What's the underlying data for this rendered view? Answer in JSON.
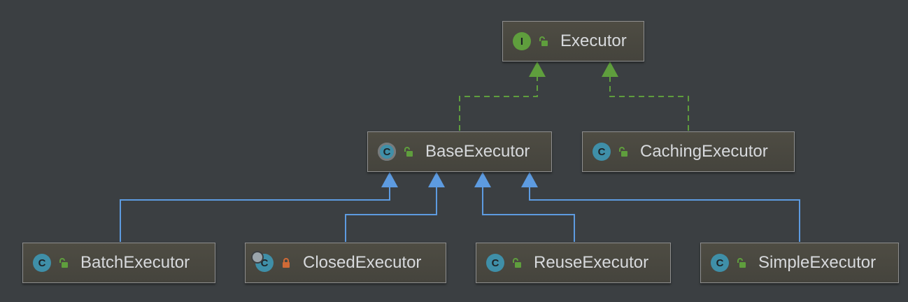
{
  "nodes": {
    "executor": {
      "label": "Executor",
      "kind_letter": "I"
    },
    "base_executor": {
      "label": "BaseExecutor",
      "kind_letter": "C"
    },
    "caching_executor": {
      "label": "CachingExecutor",
      "kind_letter": "C"
    },
    "batch_executor": {
      "label": "BatchExecutor",
      "kind_letter": "C"
    },
    "closed_executor": {
      "label": "ClosedExecutor",
      "kind_letter": "C"
    },
    "reuse_executor": {
      "label": "ReuseExecutor",
      "kind_letter": "C"
    },
    "simple_executor": {
      "label": "SimpleExecutor",
      "kind_letter": "C"
    }
  },
  "edges": [
    {
      "from": "base_executor",
      "to": "executor",
      "type": "implements"
    },
    {
      "from": "caching_executor",
      "to": "executor",
      "type": "implements"
    },
    {
      "from": "batch_executor",
      "to": "base_executor",
      "type": "extends"
    },
    {
      "from": "closed_executor",
      "to": "base_executor",
      "type": "extends"
    },
    {
      "from": "reuse_executor",
      "to": "base_executor",
      "type": "extends"
    },
    {
      "from": "simple_executor",
      "to": "base_executor",
      "type": "extends"
    }
  ],
  "colors": {
    "background": "#3b3f42",
    "implements_line": "#5f9e3d",
    "extends_line": "#5d9be0",
    "public_lock": "#5f9e3d",
    "private_lock": "#d06a36",
    "interface_badge": "#5f9e3d",
    "class_badge": "#3f8fa8"
  },
  "icons": {
    "interface": "interface-icon",
    "class": "class-icon",
    "abstract_class": "abstract-class-icon",
    "inner_class": "inner-class-icon",
    "public": "unlocked-icon",
    "private": "locked-icon"
  }
}
